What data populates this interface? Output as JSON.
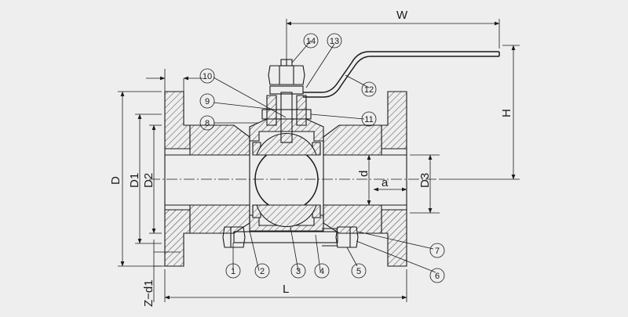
{
  "dimensions": {
    "W": "W",
    "H": "H",
    "D": "D",
    "D1": "D1",
    "D2": "D2",
    "D3": "D3",
    "d": "d",
    "a": "a",
    "L": "L",
    "Z_d1": "Z−d1"
  },
  "callouts": [
    "1",
    "2",
    "3",
    "4",
    "5",
    "6",
    "7",
    "8",
    "9",
    "10",
    "11",
    "12",
    "13",
    "14"
  ]
}
